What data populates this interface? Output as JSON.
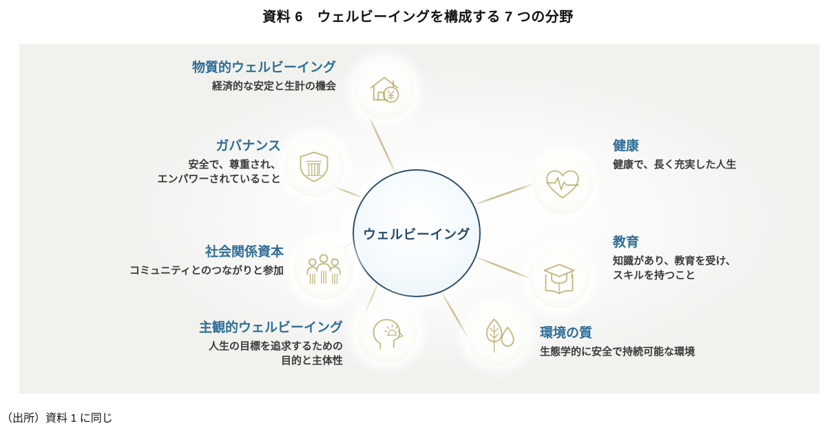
{
  "figure": {
    "title": "資料 6　ウェルビーイングを構成する 7 つの分野",
    "source_note": "（出所）資料 1 に同じ"
  },
  "hub": {
    "label": "ウェルビーイング"
  },
  "colors": {
    "panel_background": "#f1f2ee",
    "hub_stroke": "#2d4d68",
    "hub_text": "#2b4a66",
    "spoke": "#c8bb8e",
    "node_title": "#2e6d96",
    "node_desc": "#3a3a3a",
    "icon_stroke": "#b8a965"
  },
  "nodes": [
    {
      "id": "material-wellbeing",
      "title": "物質的ウェルビーイング",
      "desc_lines": [
        "経済的な安定と生計の機会"
      ],
      "icon": "house-yen-icon"
    },
    {
      "id": "governance",
      "title": "ガバナンス",
      "desc_lines": [
        "安全で、尊重され、",
        "エンパワーされていること"
      ],
      "icon": "shield-pillar-icon"
    },
    {
      "id": "social-capital",
      "title": "社会関係資本",
      "desc_lines": [
        "コミュニティとのつながりと参加"
      ],
      "icon": "people-group-icon"
    },
    {
      "id": "subjective-wellbeing",
      "title": "主観的ウェルビーイング",
      "desc_lines": [
        "人生の目標を追求するための",
        "目的と主体性"
      ],
      "icon": "head-sunrise-icon"
    },
    {
      "id": "environment-quality",
      "title": "環境の質",
      "desc_lines": [
        "生態学的に安全で持続可能な環境"
      ],
      "icon": "leaf-droplet-icon"
    },
    {
      "id": "education",
      "title": "教育",
      "desc_lines": [
        "知識があり、教育を受け、",
        "スキルを持つこと"
      ],
      "icon": "graduation-book-icon"
    },
    {
      "id": "health",
      "title": "健康",
      "desc_lines": [
        "健康で、長く充実した人生"
      ],
      "icon": "heart-pulse-icon"
    }
  ],
  "chart_data": {
    "type": "diagram",
    "layout": "hub-and-spoke",
    "title": "資料 6　ウェルビーイングを構成する 7 つの分野",
    "center": "ウェルビーイング",
    "spoke_count": 7,
    "categories": [
      "物質的ウェルビーイング",
      "健康",
      "教育",
      "環境の質",
      "主観的ウェルビーイング",
      "社会関係資本",
      "ガバナンス"
    ]
  }
}
